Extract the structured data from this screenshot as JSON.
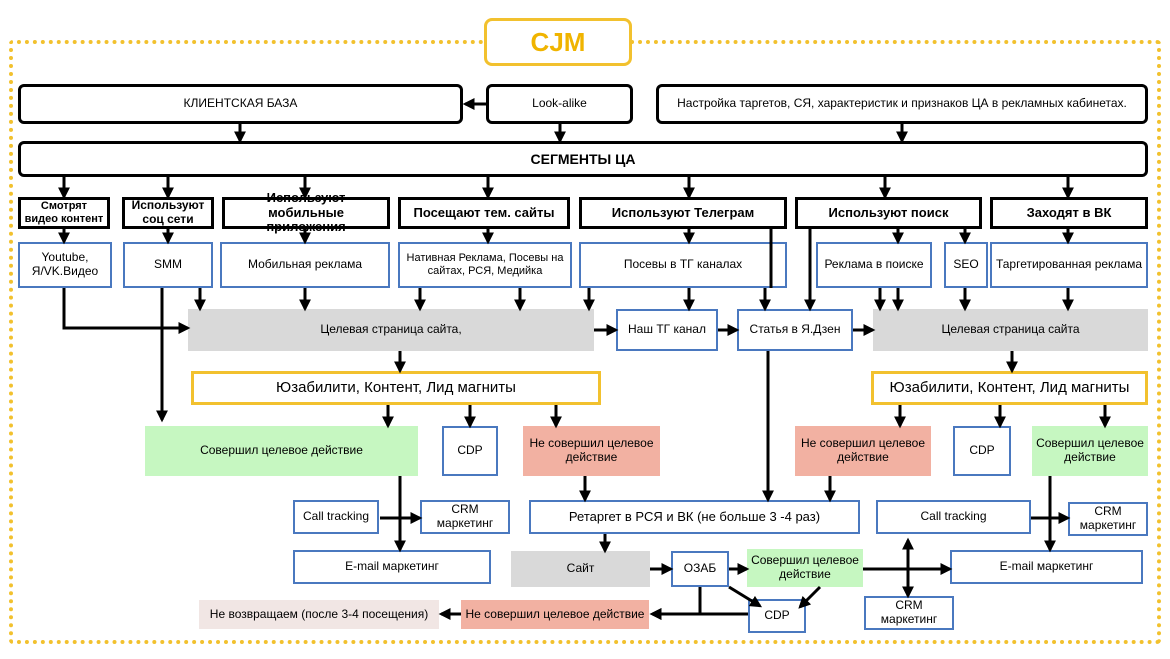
{
  "title": "CJM",
  "top": {
    "client_base": "КЛИЕНТСКАЯ БАЗА",
    "lookalike": "Look-alike",
    "targeting": "Настройка таргетов, СЯ, характеристик и признаков ЦА в рекламных кабинетах.",
    "segments": "СЕГМЕНТЫ ЦА"
  },
  "segments": [
    {
      "label": "Смотрят видео контент",
      "channel": "Youtube, Я/VK.Видео"
    },
    {
      "label": "Используют соц сети",
      "channel": "SMM"
    },
    {
      "label": "Используют мобильные приложения",
      "channel": "Мобильная реклама"
    },
    {
      "label": "Посещают тем. сайты",
      "channel": "Нативная Реклама, Посевы на сайтах, РСЯ, Медийка"
    },
    {
      "label": "Используют Телеграм",
      "channel": "Посевы в ТГ каналах"
    },
    {
      "label": "Используют поиск",
      "channel": "Реклама в поиске",
      "channel2": "SEO"
    },
    {
      "label": "Заходят в ВК",
      "channel": "Таргетированная реклама"
    }
  ],
  "middle": {
    "landing_left": "Целевая страница сайта,",
    "tg_channel": "Наш ТГ канал",
    "dzen": "Статья в Я.Дзен",
    "landing_right": "Целевая страница сайта"
  },
  "left_flow": {
    "usability": "Юзабилити, Контент, Лид магниты",
    "converted": "Совершил целевое  действие",
    "cdp": "CDP",
    "not_converted": "Не совершил целевое действие",
    "call_tracking": "Call tracking",
    "crm": "CRM маркетинг",
    "email": "E-mail маркетинг"
  },
  "right_flow": {
    "usability": "Юзабилити, Контент, Лид магниты",
    "not_converted": "Не совершил целевое действие",
    "cdp": "CDP",
    "converted": "Совершил целевое действие",
    "call_tracking": "Call tracking",
    "crm": "CRM маркетинг",
    "email": "E-mail маркетинг"
  },
  "retarget": {
    "label": "Ретаргет в РСЯ и ВК (не больше 3 -4 раз)",
    "site": "Сайт",
    "ozab": "ОЗАБ",
    "converted": "Совершил целевое действие",
    "crm": "CRM маркетинг",
    "cdp": "CDP",
    "not_converted": "Не совершил целевое действие",
    "no_return": "Не возвращаем (после 3-4 посещения)"
  },
  "colors": {
    "accent_yellow": "#f2c12e",
    "box_blue": "#4a78bf",
    "green": "#c6f7c1",
    "salmon": "#f2b1a2",
    "gray": "#d9d9d9"
  }
}
